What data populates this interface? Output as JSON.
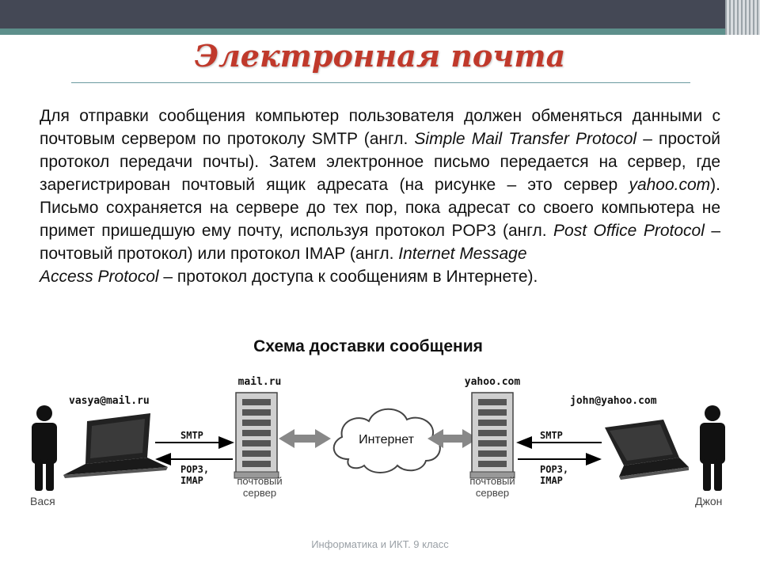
{
  "slide": {
    "title": "Электронная почта",
    "paragraph": {
      "p1": "Для отправки сообщения компьютер пользователя должен обменяться данными с почтовым сервером по протоколу SMTP (англ. ",
      "smtp_full": "Simple Mail Transfer Protocol",
      "p2": " – простой протокол передачи почты). Затем электронное письмо передается на сервер, где зарегистрирован почтовый ящик адресата (на рисунке – это сервер ",
      "yahoo": "yahoo.com",
      "p3": "). Письмо сохраняется на сервере до тех пор, пока адресат  со своего компьютера не примет пришедшую ему почту, используя протокол POP3 (англ. ",
      "pop_full": "Post Office Protocol",
      "p4": " – почтовый протокол) или протокол IMAP (англ. ",
      "imap_full_1": "Internet Message",
      "imap_full_2": "Access Protocol",
      "p5": " – протокол доступа к сообщениям в Интернете)."
    },
    "diagram_title": "Схема доставки сообщения",
    "footer": "Информатика и ИКТ. 9 класс"
  },
  "diagram": {
    "sender_email": "vasya@mail.ru",
    "sender_name": "Вася",
    "sender_server": "mail.ru",
    "recipient_email": "john@yahoo.com",
    "recipient_name": "Джон",
    "recipient_server": "yahoo.com",
    "internet_label": "Интернет",
    "server_label_1": "почтовый",
    "server_label_2": "сервер",
    "protocol_smtp": "SMTP",
    "protocol_pop3": "POP3,",
    "protocol_imap": "IMAP"
  }
}
